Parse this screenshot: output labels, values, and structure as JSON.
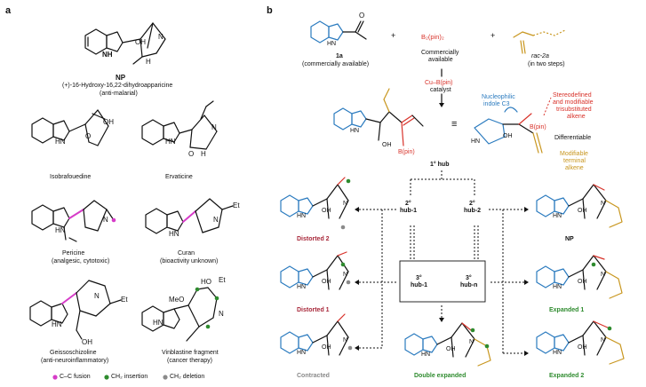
{
  "panels": {
    "a": "a",
    "b": "b"
  },
  "panel_a": {
    "np_label": "NP",
    "np_name": "(+)-16-Hydroxy-16,22-dihydroapparicine",
    "np_note": "(anti-malarial)",
    "isobrafouedine": "Isobrafouedine",
    "ervaticine": "Ervaticine",
    "pericine": "Pericine",
    "pericine_note": "(analgesic, cytotoxic)",
    "curan": "Curan",
    "curan_note": "(bioactivity unknown)",
    "geissoschizoline": "Geissoschizoline",
    "geissoschizoline_note": "(anti-neuroinflammatory)",
    "vinblastine": "Vinblastine fragment",
    "vinblastine_note": "(cancer therapy)",
    "legend": [
      "C–C fusion",
      "CH₂ insertion",
      "CH₂ deletion"
    ],
    "legend_colors": [
      "#d63cc8",
      "#2e8b2e",
      "#8a8a8a"
    ],
    "atom_labels": {
      "nh": "HN",
      "nh2": "NH",
      "oh": "OH",
      "o": "O",
      "n": "N",
      "h": "H",
      "et": "Et",
      "meo": "MeO",
      "ho": "HO"
    }
  },
  "panel_b": {
    "reagent_1a": "1a",
    "reagent_1a_note": "(commercially available)",
    "plus": "+",
    "b2pin2": "B₂(pin)₂",
    "b2pin2_note1": "Commercially",
    "b2pin2_note2": "available",
    "rac2a": "rac-2a",
    "rac2a_note": "(in two steps)",
    "catalyst_1": "Cu–B(pin)",
    "catalyst_2": "catalyst",
    "hub1": "1° hub",
    "equiv": "≡",
    "nucleophilic_1": "Nucleophilic",
    "nucleophilic_2": "indole C3",
    "stereo_1": "Stereodefined",
    "stereo_2": "and modifiable",
    "stereo_3": "trisubstituted",
    "stereo_4": "alkene",
    "differentiable": "Differentiable",
    "modifiable_1": "Modifiable",
    "modifiable_2": "terminal",
    "modifiable_3": "alkene",
    "bpin": "B(pin)",
    "hub2_1_a": "2°",
    "hub2_1_b": "hub-1",
    "hub2_2_a": "2°",
    "hub2_2_b": "hub-2",
    "hub3_1_a": "3°",
    "hub3_1_b": "hub-1",
    "hub3_n_a": "3°",
    "hub3_n_b": "hub-n",
    "distorted2": "Distorted 2",
    "distorted1": "Distorted 1",
    "contracted": "Contracted",
    "np": "NP",
    "expanded1": "Expanded 1",
    "expanded2": "Expanded 2",
    "double_expanded": "Double expanded"
  }
}
